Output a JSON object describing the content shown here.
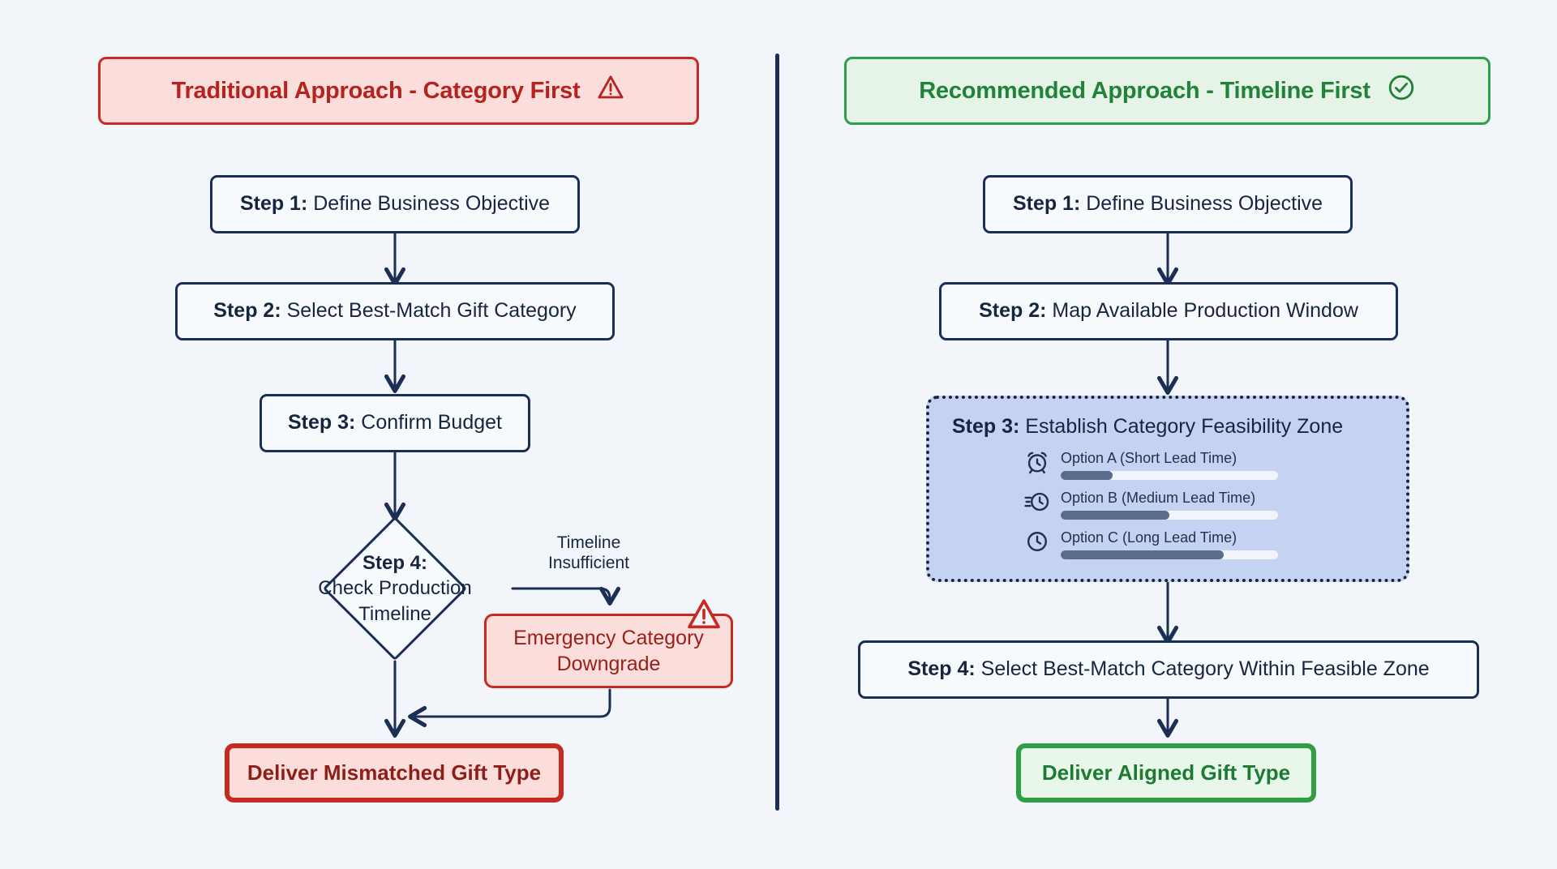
{
  "colors": {
    "background": "#f2f6fa",
    "navy": "#1b2f54",
    "red": "#c62b22",
    "red_fill": "#fbdedc",
    "green": "#2f9e44",
    "green_fill": "#e6f4e7",
    "zone_fill": "#c5d2f2",
    "bar_fill": "#5a6b8c"
  },
  "panels": {
    "left": {
      "title": "Traditional Approach - Category First",
      "icon": "warning-triangle-icon"
    },
    "right": {
      "title": "Recommended Approach - Timeline First",
      "icon": "check-circle-icon"
    }
  },
  "left_flow": {
    "step1": {
      "prefix": "Step 1:",
      "label": "Define Business Objective"
    },
    "step2": {
      "prefix": "Step 2:",
      "label": "Select Best-Match Gift Category"
    },
    "step3": {
      "prefix": "Step 3:",
      "label": "Confirm Budget"
    },
    "step4": {
      "prefix": "Step 4:",
      "line1": "Check Production",
      "line2": "Timeline"
    },
    "branch_label": {
      "line1": "Timeline",
      "line2": "Insufficient"
    },
    "emergency": {
      "line1": "Emergency Category",
      "line2": "Downgrade",
      "icon": "warning-triangle-icon"
    },
    "outcome": "Deliver Mismatched Gift Type"
  },
  "right_flow": {
    "step1": {
      "prefix": "Step 1:",
      "label": "Define Business Objective"
    },
    "step2": {
      "prefix": "Step 2:",
      "label": "Map Available Production Window"
    },
    "step3": {
      "prefix": "Step 3:",
      "label": "Establish Category Feasibility Zone"
    },
    "options": [
      {
        "icon": "alarm-clock-icon",
        "label": "Option A (Short Lead Time)",
        "progress": 24
      },
      {
        "icon": "clock-motion-icon",
        "label": "Option B (Medium Lead Time)",
        "progress": 50
      },
      {
        "icon": "clock-icon",
        "label": "Option C (Long Lead Time)",
        "progress": 75
      }
    ],
    "step4": {
      "prefix": "Step 4:",
      "label": "Select Best-Match Category Within Feasible Zone"
    },
    "outcome": "Deliver Aligned Gift Type"
  }
}
